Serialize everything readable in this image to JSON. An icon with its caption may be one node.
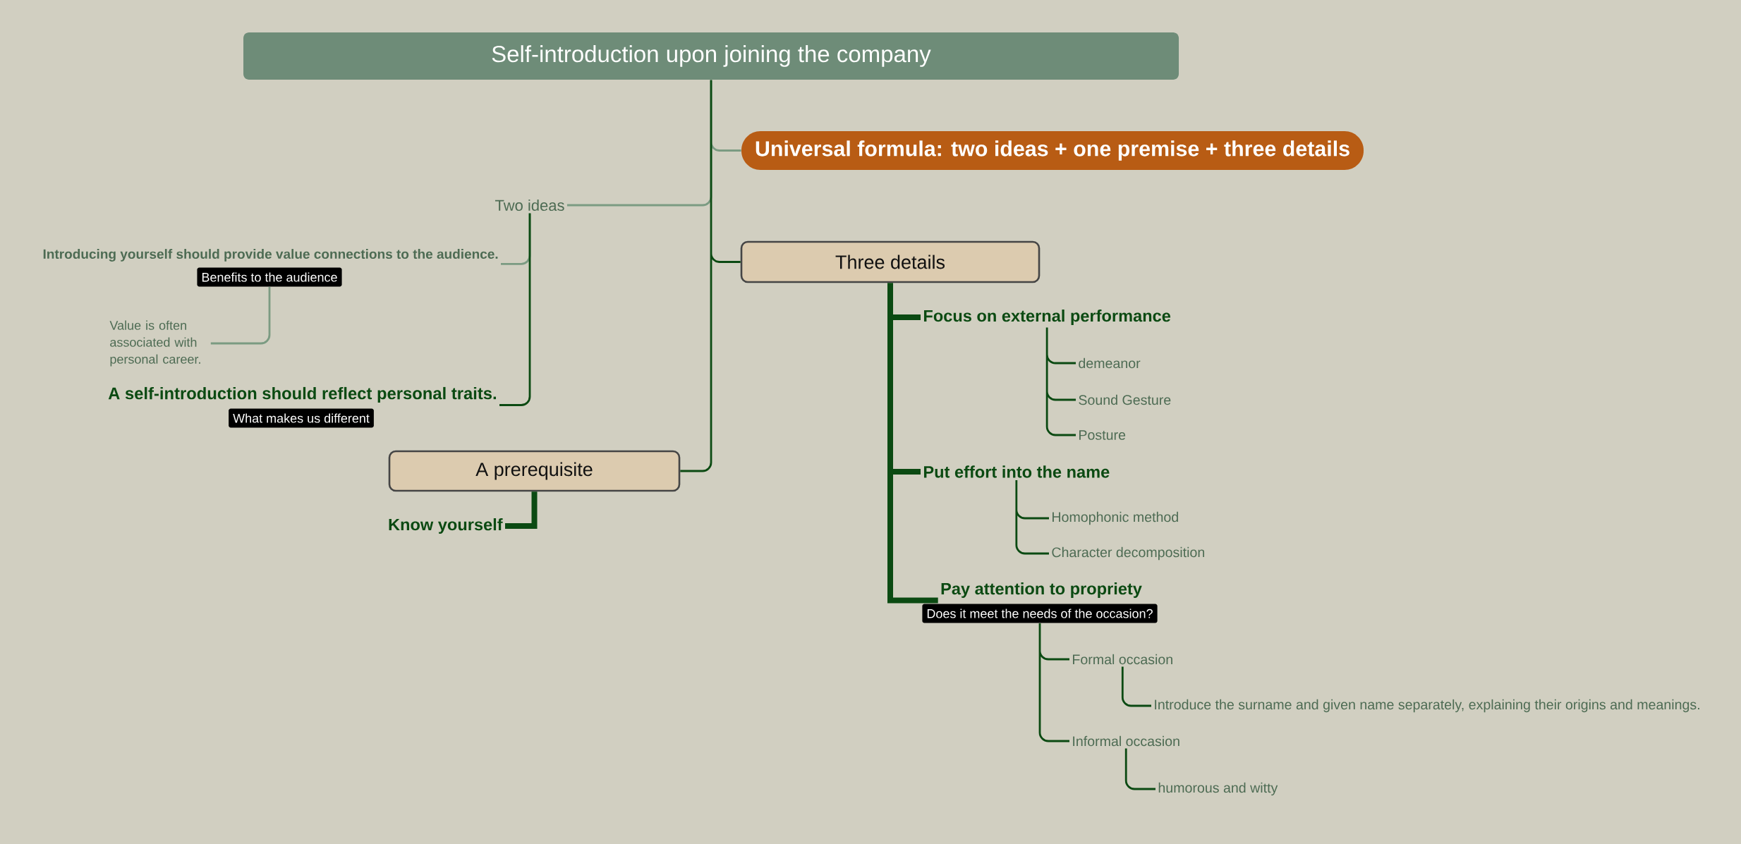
{
  "diagram": {
    "nodes": [
      {
        "text": [
          "Self-introduction upon joining the company"
        ]
      },
      {
        "text": [
          "Universal formula: two ideas + one premise + three details"
        ]
      },
      {
        "text": [
          "Two ideas"
        ]
      },
      {
        "text": [
          "Introducing yourself should provide value connections to the audience.",
          "Benefits to the audience"
        ]
      },
      {
        "text": [
          "Value is often associated with personal career."
        ]
      },
      {
        "text": [
          "A self-introduction should reflect personal traits.",
          "What makes us different"
        ]
      },
      {
        "text": [
          "A prerequisite"
        ]
      },
      {
        "text": [
          "Know yourself"
        ]
      },
      {
        "text": [
          "Three details"
        ]
      },
      {
        "text": [
          "Focus on external performance"
        ]
      },
      {
        "text": [
          "demeanor"
        ]
      },
      {
        "text": [
          "Sound Gesture"
        ]
      },
      {
        "text": [
          "Posture"
        ]
      },
      {
        "text": [
          "Put effort into the name"
        ]
      },
      {
        "text": [
          "Homophonic method"
        ]
      },
      {
        "text": [
          "Character decomposition"
        ]
      },
      {
        "text": [
          "Pay attention to propriety",
          "Does it meet the needs of the occasion?"
        ]
      },
      {
        "text": [
          "Formal occasion"
        ]
      },
      {
        "text": [
          "Introduce the surname and given name separately, explaining their origins and meanings."
        ]
      },
      {
        "text": [
          "Informal occasion"
        ]
      },
      {
        "text": [
          "humorous and witty"
        ]
      }
    ],
    "edges": [
      {
        "from": 0,
        "to": 1,
        "arrow": "none",
        "color": "#7b9b82"
      },
      {
        "from": 0,
        "to": 2,
        "arrow": "none",
        "color": "#7b9b82"
      },
      {
        "from": 0,
        "to": 8,
        "arrow": "none"
      },
      {
        "from": 0,
        "to": 6,
        "arrow": "none"
      },
      {
        "from": 2,
        "to": 3,
        "arrow": "none",
        "color": "#7b9b82"
      },
      {
        "from": 2,
        "to": 5,
        "arrow": "none"
      },
      {
        "from": 3,
        "to": 4,
        "arrow": "none",
        "color": "#7b9b82"
      },
      {
        "from": 6,
        "to": 7,
        "arrow": "none",
        "style": "thick"
      },
      {
        "from": 8,
        "to": 9,
        "arrow": "none",
        "style": "thick"
      },
      {
        "from": 8,
        "to": 13,
        "arrow": "none",
        "style": "thick"
      },
      {
        "from": 8,
        "to": 16,
        "arrow": "none",
        "style": "thick"
      },
      {
        "from": 9,
        "to": 10,
        "arrow": "none"
      },
      {
        "from": 9,
        "to": 11,
        "arrow": "none"
      },
      {
        "from": 9,
        "to": 12,
        "arrow": "none"
      },
      {
        "from": 13,
        "to": 14,
        "arrow": "none"
      },
      {
        "from": 13,
        "to": 15,
        "arrow": "none"
      },
      {
        "from": 16,
        "to": 17,
        "arrow": "none"
      },
      {
        "from": 16,
        "to": 19,
        "arrow": "none"
      },
      {
        "from": 17,
        "to": 18,
        "arrow": "none"
      },
      {
        "from": 19,
        "to": 20,
        "arrow": "none"
      }
    ]
  }
}
